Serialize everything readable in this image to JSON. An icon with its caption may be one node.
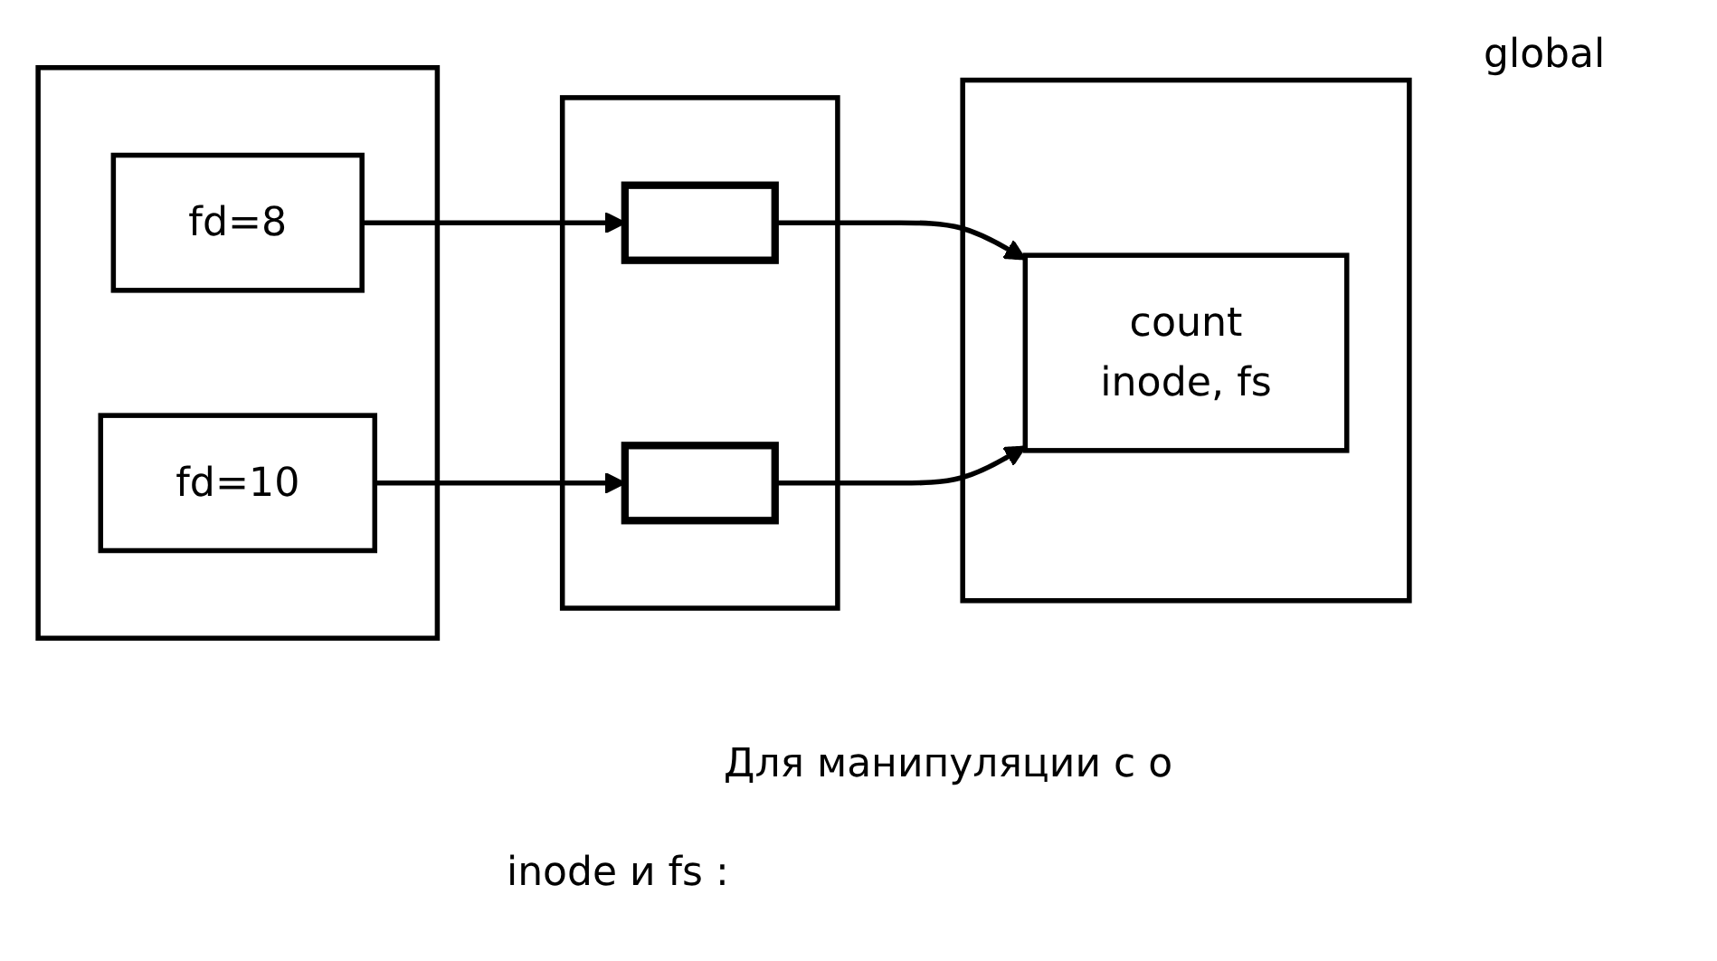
{
  "diagram": {
    "nodes": [
      {
        "text": [],
        "shape": "box"
      },
      {
        "text": [
          "fd=8"
        ],
        "in": 0
      },
      {
        "text": [
          "fd=10"
        ],
        "in": 0
      },
      {
        "text": [],
        "shape": "box"
      },
      {
        "text": [],
        "shape": "bar",
        "in": 3
      },
      {
        "text": [],
        "shape": "bar",
        "in": 3
      },
      {
        "text": [],
        "shape": "box"
      },
      {
        "text": [
          "count",
          "inode, fs"
        ],
        "in": 6
      }
    ],
    "edges": [
      {
        "from": 1,
        "to": 4,
        "arrow": "to"
      },
      {
        "from": 2,
        "to": 5,
        "arrow": "to"
      },
      {
        "from": 4,
        "to": 7,
        "arrow": "to"
      },
      {
        "from": 5,
        "to": 7,
        "arrow": "to"
      }
    ],
    "labels": [
      "global",
      "Для манипуляции с о",
      "inode и fs :"
    ]
  }
}
